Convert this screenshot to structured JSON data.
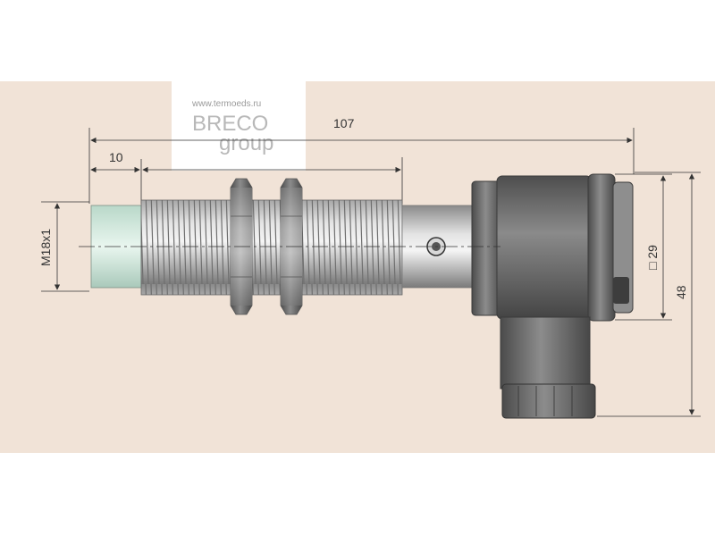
{
  "watermark": {
    "url": "www.termoeds.ru",
    "brand": "BRECO",
    "sub": "group"
  },
  "dimensions": {
    "total_length": "107",
    "tip_length": "10",
    "thread": "M18x1",
    "housing_square": "□ 29",
    "housing_height": "48"
  },
  "colors": {
    "background": "#f1e3d7",
    "tip": "#d2e9de",
    "metal": "#bcbcbc",
    "housing": "#6b6b6b"
  }
}
